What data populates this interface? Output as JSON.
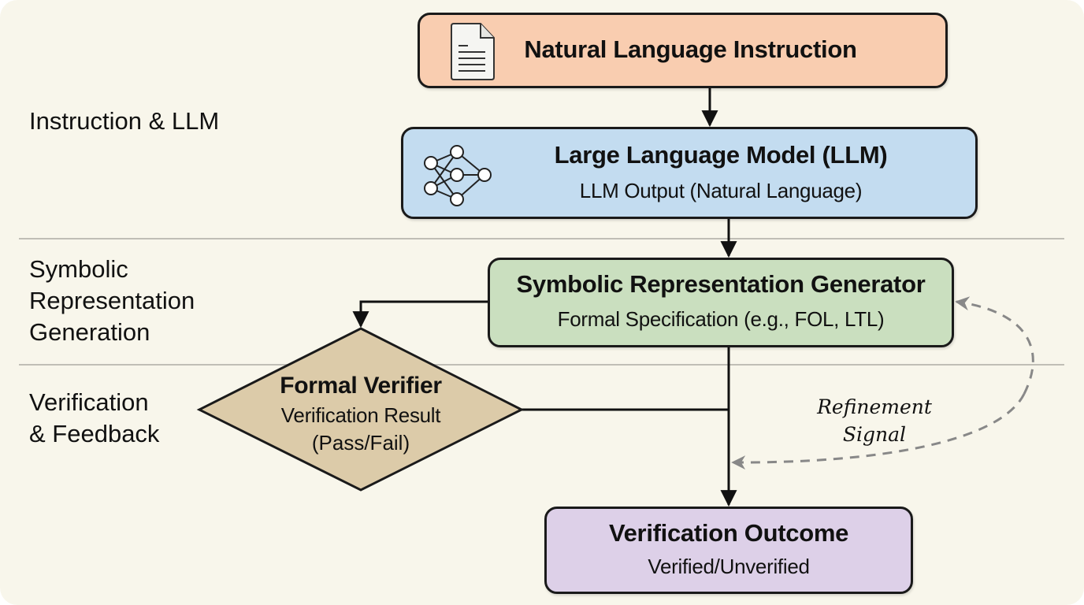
{
  "diagram": {
    "stages": [
      {
        "label": "Instruction & LLM"
      },
      {
        "label": "Symbolic\nRepresentation\nGeneration"
      },
      {
        "label": "Verification\n& Feedback"
      }
    ],
    "nodes": {
      "instruction": {
        "title": "Natural Language Instruction",
        "icon": "document-icon",
        "color": "#f9cdb0"
      },
      "llm": {
        "title": "Large Language Model (LLM)",
        "subtitle": "LLM Output (Natural Language)",
        "icon": "neural-network-icon",
        "color": "#c3dcf0"
      },
      "generator": {
        "title": "Symbolic Representation Generator",
        "subtitle": "Formal Specification (e.g., FOL, LTL)",
        "color": "#cadfbf"
      },
      "verifier": {
        "title": "Formal Verifier",
        "subtitle_line1": "Verification Result",
        "subtitle_line2": "(Pass/Fail)",
        "shape": "diamond",
        "color": "#dccba9"
      },
      "outcome": {
        "title": "Verification Outcome",
        "subtitle": "Verified/Unverified",
        "color": "#ddd0e8"
      }
    },
    "edges": [
      {
        "from": "instruction",
        "to": "llm",
        "style": "solid"
      },
      {
        "from": "llm",
        "to": "generator",
        "style": "solid"
      },
      {
        "from": "generator",
        "to": "verifier",
        "style": "solid"
      },
      {
        "from": "generator",
        "to": "outcome",
        "style": "solid"
      },
      {
        "from": "verifier",
        "to": "outcome",
        "style": "solid"
      },
      {
        "from": "outcome-path",
        "to": "generator",
        "style": "dashed",
        "label_line1": "Refinement",
        "label_line2": "Signal"
      }
    ],
    "colors": {
      "background": "#f8f6eb",
      "stroke": "#1a1a1a",
      "divider": "#c0beb6",
      "feedback": "#888888"
    }
  }
}
